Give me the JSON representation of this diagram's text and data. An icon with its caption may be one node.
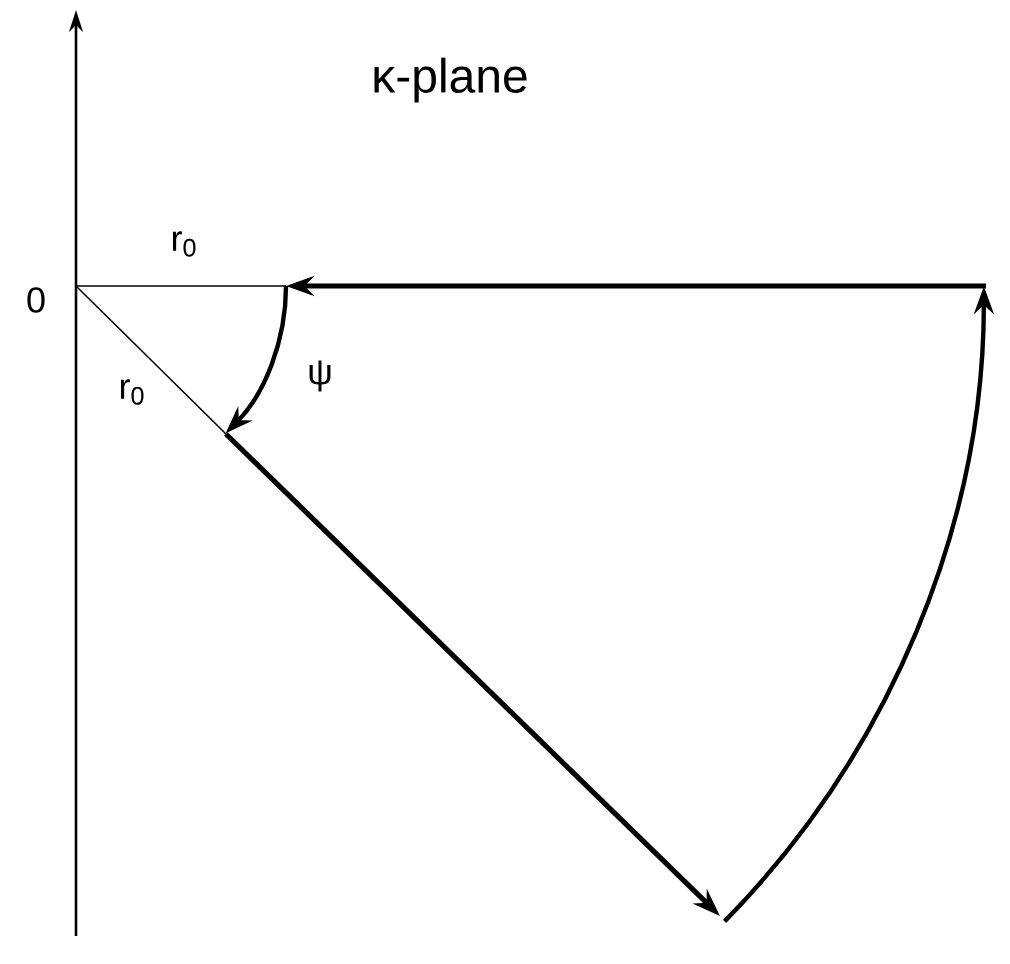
{
  "diagram": {
    "title": "κ-plane",
    "labels": [
      "0",
      "r$_{0}$",
      "r$_{0}$",
      "ψ"
    ]
  }
}
